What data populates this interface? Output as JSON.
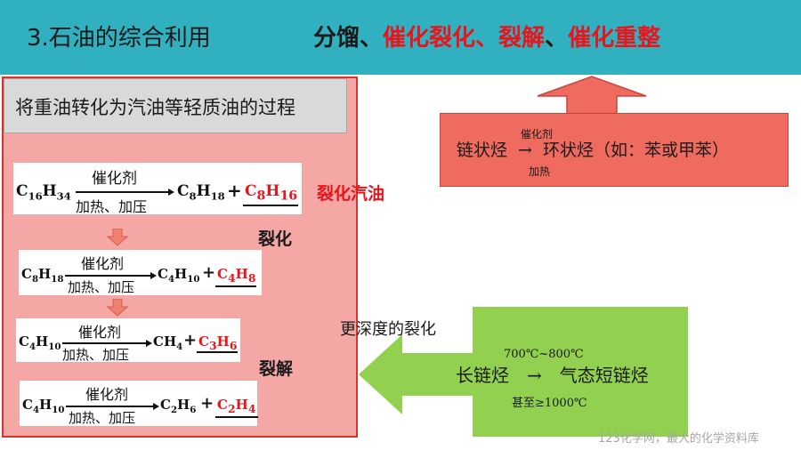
{
  "header": {
    "title": "3.石油的综合利用",
    "process_1": "分馏、",
    "process_2": "催化裂化",
    "sep_2": "、",
    "process_3": "裂解",
    "sep_3": "、",
    "process_4": "催化重整"
  },
  "definition": "将重油转化为汽油等轻质油的过程",
  "equations": [
    {
      "r_base": "C",
      "r1": "16",
      "r_mid": "H",
      "r2": "34",
      "cat": "催化剂",
      "cond": "加热、加压",
      "p1_base": "C",
      "p1a": "8",
      "p1_mid": "H",
      "p1b": "18",
      "plus": "+",
      "p2_base": "C",
      "p2a": "8",
      "p2_mid": "H",
      "p2b": "16"
    },
    {
      "r_base": "C",
      "r1": "8",
      "r_mid": "H",
      "r2": "18",
      "cat": "催化剂",
      "cond": "加热、加压",
      "p1_base": "C",
      "p1a": "4",
      "p1_mid": "H",
      "p1b": "10",
      "plus": "+",
      "p2_base": "C",
      "p2a": "4",
      "p2_mid": "H",
      "p2b": "8"
    },
    {
      "r_base": "C",
      "r1": "4",
      "r_mid": "H",
      "r2": "10",
      "cat": "催化剂",
      "cond": "加热、加压",
      "p1_base": "CH",
      "p1a": "",
      "p1_mid": "",
      "p1b": "4",
      "plus": "+",
      "p2_base": "C",
      "p2a": "3",
      "p2_mid": "H",
      "p2b": "6"
    },
    {
      "r_base": "C",
      "r1": "4",
      "r_mid": "H",
      "r2": "10",
      "cat": "催化剂",
      "cond": "加热、加压",
      "p1_base": "C",
      "p1a": "2",
      "p1_mid": "H",
      "p1b": "6",
      "plus": "+",
      "p2_base": "C",
      "p2a": "2",
      "p2_mid": "H",
      "p2b": "4"
    }
  ],
  "labels": {
    "cracked_gasoline": "裂化汽油",
    "cracking": "裂化",
    "pyrolysis": "裂解"
  },
  "reforming": {
    "left": "链状烃",
    "arrow": "→",
    "right": "环状烃（如：苯或甲苯）",
    "catalyst": "催化剂",
    "condition": "加热"
  },
  "deep_cracking": {
    "label": "更深度的裂化",
    "temperature": "700℃~800℃",
    "left": "长链烃",
    "arrow": "→",
    "right": "气态短链烃",
    "condition": "甚至≥1000℃"
  },
  "watermark": "123化学网，最大的化学资料库",
  "colors": {
    "header": "#31b0bf",
    "red_text": "#e8151c",
    "panel": "#f4a7a5",
    "reforming_box": "#ef6b60",
    "green_box": "#92d050"
  }
}
